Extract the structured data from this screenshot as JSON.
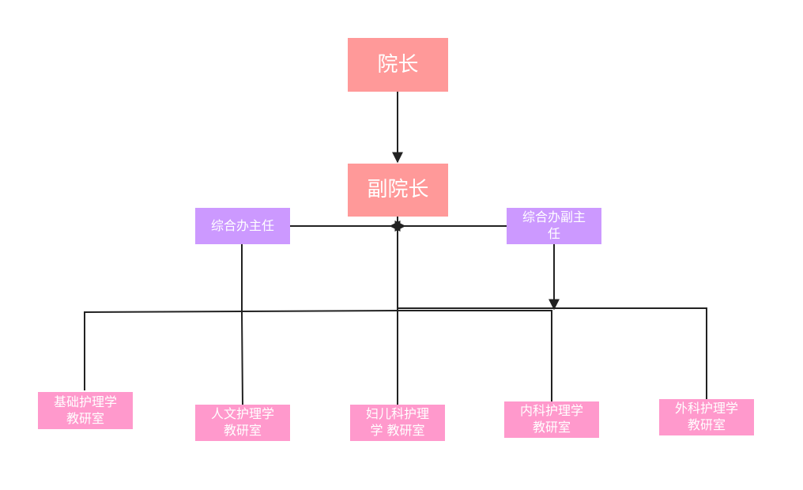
{
  "nodes": {
    "dean": {
      "label": "院长",
      "color": "#ff9999"
    },
    "vice_dean": {
      "label": "副院长",
      "color": "#ff9999"
    },
    "office_director": {
      "label": "综合办主任",
      "color": "#cc99ff"
    },
    "office_deputy": {
      "label": "综合办副主\n任",
      "color": "#cc99ff"
    },
    "dept_basic": {
      "label": "基础护理学\n教研室",
      "color": "#ff99cc"
    },
    "dept_humanities": {
      "label": "人文护理学\n教研室",
      "color": "#ff99cc"
    },
    "dept_obgyn_pediatric": {
      "label": "妇儿科护理\n学  教研室",
      "color": "#ff99cc"
    },
    "dept_internal": {
      "label": "内科护理学\n教研室",
      "color": "#ff99cc"
    },
    "dept_surgical": {
      "label": "外科护理学\n教研室",
      "color": "#ff99cc"
    }
  },
  "line_color": "#222222"
}
